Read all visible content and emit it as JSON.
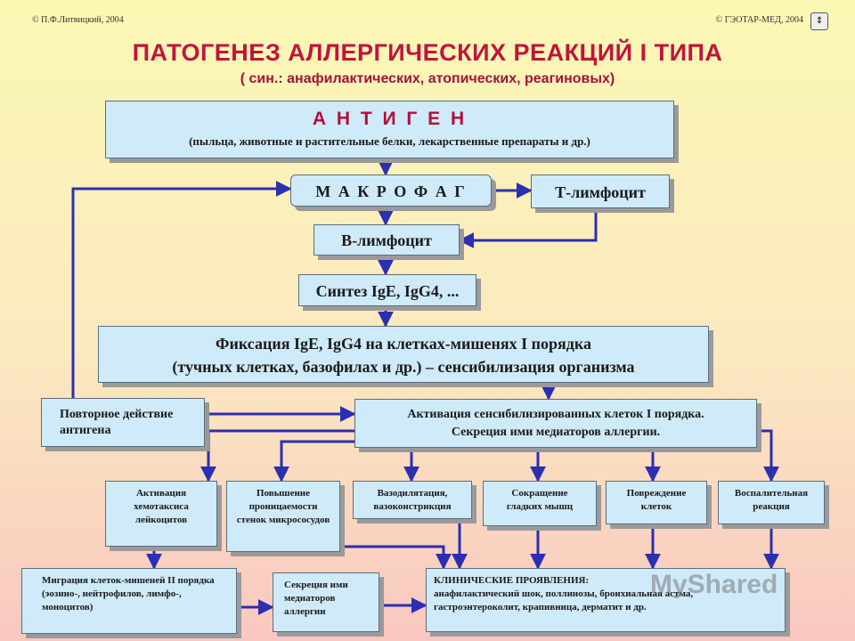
{
  "header": {
    "copyright_left": "© П.Ф.Литвицкий, 2004",
    "copyright_right": "© ГЭОТАР-МЕД, 2004"
  },
  "title": "ПАТОГЕНЕЗ  АЛЛЕРГИЧЕСКИХ  РЕАКЦИЙ  I  ТИПА",
  "subtitle": "( син.: анафилактических, атопических, реагиновых)",
  "boxes": {
    "antigen_title": "А Н Т И Г Е Н",
    "antigen_sub": "(пыльца, животные и растительные белки, лекарственные препараты и др.)",
    "macrophage": "М А К Р О Ф А Г",
    "t_lymphocyte": "Т-лимфоцит",
    "b_lymphocyte": "В-лимфоцит",
    "synthesis": "Синтез  IgE, IgG4, ...",
    "fixation_line1": "Фиксация IgE, IgG4   на клетках-мишенях I порядка",
    "fixation_line2": "(тучных клетках, базофилах и др.) – сенсибилизация организма",
    "repeated_antigen": "Повторное действие антигена",
    "activation_line1": "Активация сенсибилизированных клеток I порядка.",
    "activation_line2": "Секреция ими медиаторов аллергии.",
    "chemotaxis": "Активация хемотаксиса лейкоцитов",
    "permeability": "Повышение проницаемости стенок микрососудов",
    "vasodilation": "Вазодилятация, вазоконстрикция",
    "smooth_muscle": "Сокращение гладких мышц",
    "cell_damage": "Повреждение клеток",
    "inflammation": "Воспалительная реакция",
    "migration": "Миграция клеток-мишеней II порядка (эозино-, нейтрофилов, лимфо-, моноцитов)",
    "mediator_secretion": "Секреция ими медиаторов аллергии",
    "clinical_title": "КЛИНИЧЕСКИЕ ПРОЯВЛЕНИЯ:",
    "clinical_text": "анафилактический шок, поллинозы, бронхиальная астма, гастроэнтероколит, крапивница, дерматит и др."
  },
  "watermark": "MyShared",
  "colors": {
    "title": "#c0143c",
    "box_fill": "#cfeaf8",
    "arrow": "#2b2fb0"
  },
  "icons": [
    "nav-arrows-icon"
  ]
}
